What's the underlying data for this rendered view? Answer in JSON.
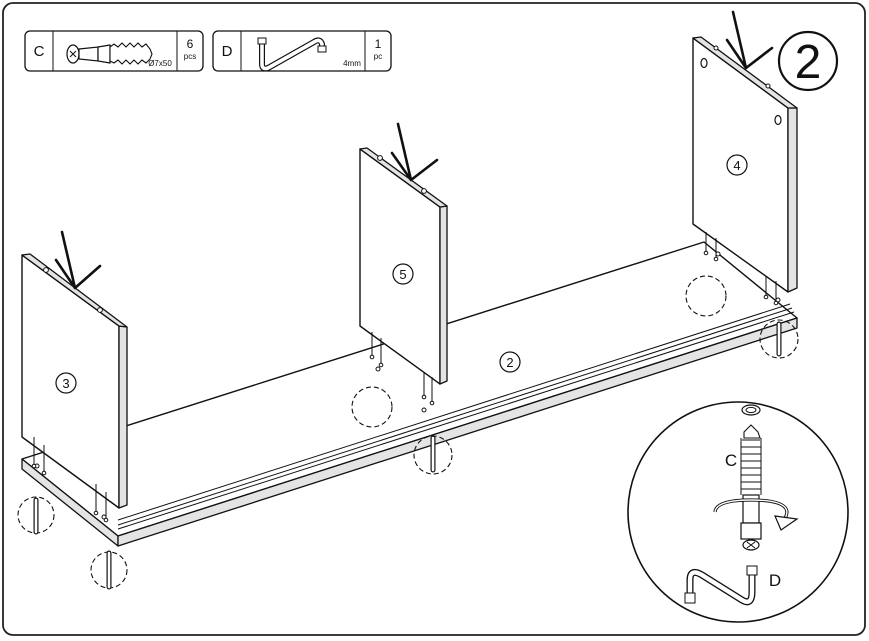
{
  "step": {
    "number": "2"
  },
  "hardware": [
    {
      "letter": "C",
      "spec": "Ø7x50",
      "qty": "6",
      "unit": "pcs"
    },
    {
      "letter": "D",
      "spec": "4mm",
      "qty": "1",
      "unit": "pc"
    }
  ],
  "parts": {
    "base": "2",
    "left": "3",
    "right": "4",
    "middle": "5"
  },
  "detail": {
    "screw": "C",
    "key": "D"
  }
}
